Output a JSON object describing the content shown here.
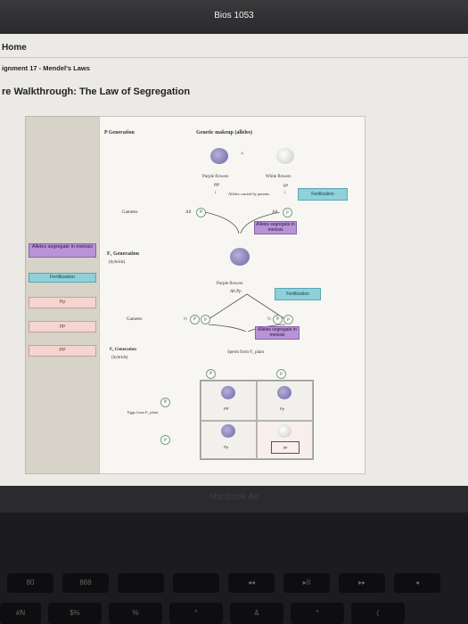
{
  "window": {
    "title": "Bios 1053"
  },
  "breadcrumbs": {
    "home": "Home",
    "assignment": "ignment 17 - Mendel's Laws",
    "walkthrough": "re Walkthrough: The Law of Segregation"
  },
  "side_labels": [
    {
      "text": "Alleles segregate in meiosis",
      "kind": "purple"
    },
    {
      "text": "Fertilization",
      "kind": "teal"
    },
    {
      "text": "Pp",
      "kind": "pink"
    },
    {
      "text": "pp",
      "kind": "pink"
    },
    {
      "text": "PP",
      "kind": "pink"
    }
  ],
  "diagram": {
    "p_generation": "P Generation",
    "genetic_makeup": "Genetic makeup (alleles)",
    "cross": "×",
    "purple_flowers": "Purple flowers",
    "white_flowers": "White flowers",
    "PP": "PP",
    "pp": "pp",
    "alleles_carried": "Alleles carried by parents",
    "fertilization_top": "Fertilization",
    "gametes": "Gametes",
    "all": "All",
    "allele_P": "P",
    "allele_p": "p",
    "segregate_1": "Alleles segregate in meiosis",
    "f1_generation": "F₁ Generation",
    "hybrids": "(hybrids)",
    "purple_flowers_f1": "Purple flowers",
    "all_Pp": "All Pp",
    "fertilization_mid": "Fertilization",
    "gametes_f1": "Gametes",
    "half": "½",
    "segregate_2": "Alleles segregate in meiosis",
    "f2_generation": "F₂ Generation",
    "hybrids_2": "(hybrids)",
    "sperm_from": "Sperm from F₁ plant",
    "eggs_from": "Eggs from F₁ plant",
    "punnett": [
      "PP",
      "Pp",
      "Pp",
      "pp"
    ]
  },
  "keyboard": {
    "brand": "MacBook Air",
    "fn_row": [
      "80",
      "888",
      "",
      "",
      "◂◂",
      "▸II",
      "▸▸",
      "◂"
    ],
    "num_row": [
      "#N",
      "$%",
      "%",
      "^",
      "&",
      "*",
      "("
    ]
  }
}
